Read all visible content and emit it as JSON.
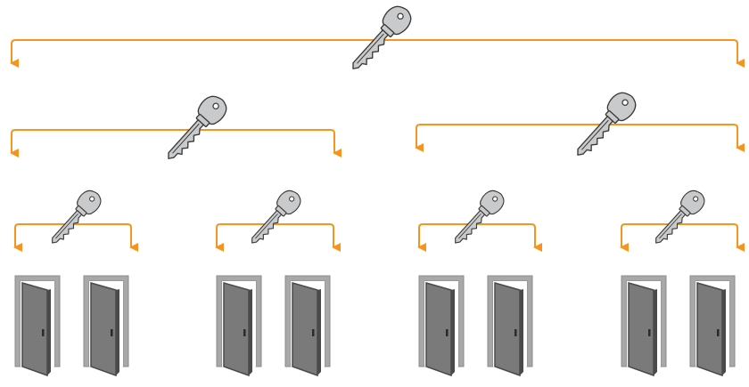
{
  "diagram": {
    "type": "master-key-hierarchy",
    "colors": {
      "connector": "#F7941D",
      "key_fill": "#C9CACB",
      "key_stroke": "#3A3A3A",
      "door_fill": "#7A7A7A",
      "door_frame": "#6E6E6E",
      "door_shadow": "#4A4A4A"
    },
    "icons": {
      "key": "key-icon",
      "door": "open-door-icon",
      "connector": "bracket-arrow"
    },
    "hierarchy": {
      "name": "grand-master-key",
      "children": [
        {
          "name": "master-key-left",
          "children": [
            {
              "name": "sub-master-key-1",
              "doors": 2
            },
            {
              "name": "sub-master-key-2",
              "doors": 2
            }
          ]
        },
        {
          "name": "master-key-right",
          "children": [
            {
              "name": "sub-master-key-3",
              "doors": 2
            },
            {
              "name": "sub-master-key-4",
              "doors": 2
            }
          ]
        }
      ]
    }
  }
}
